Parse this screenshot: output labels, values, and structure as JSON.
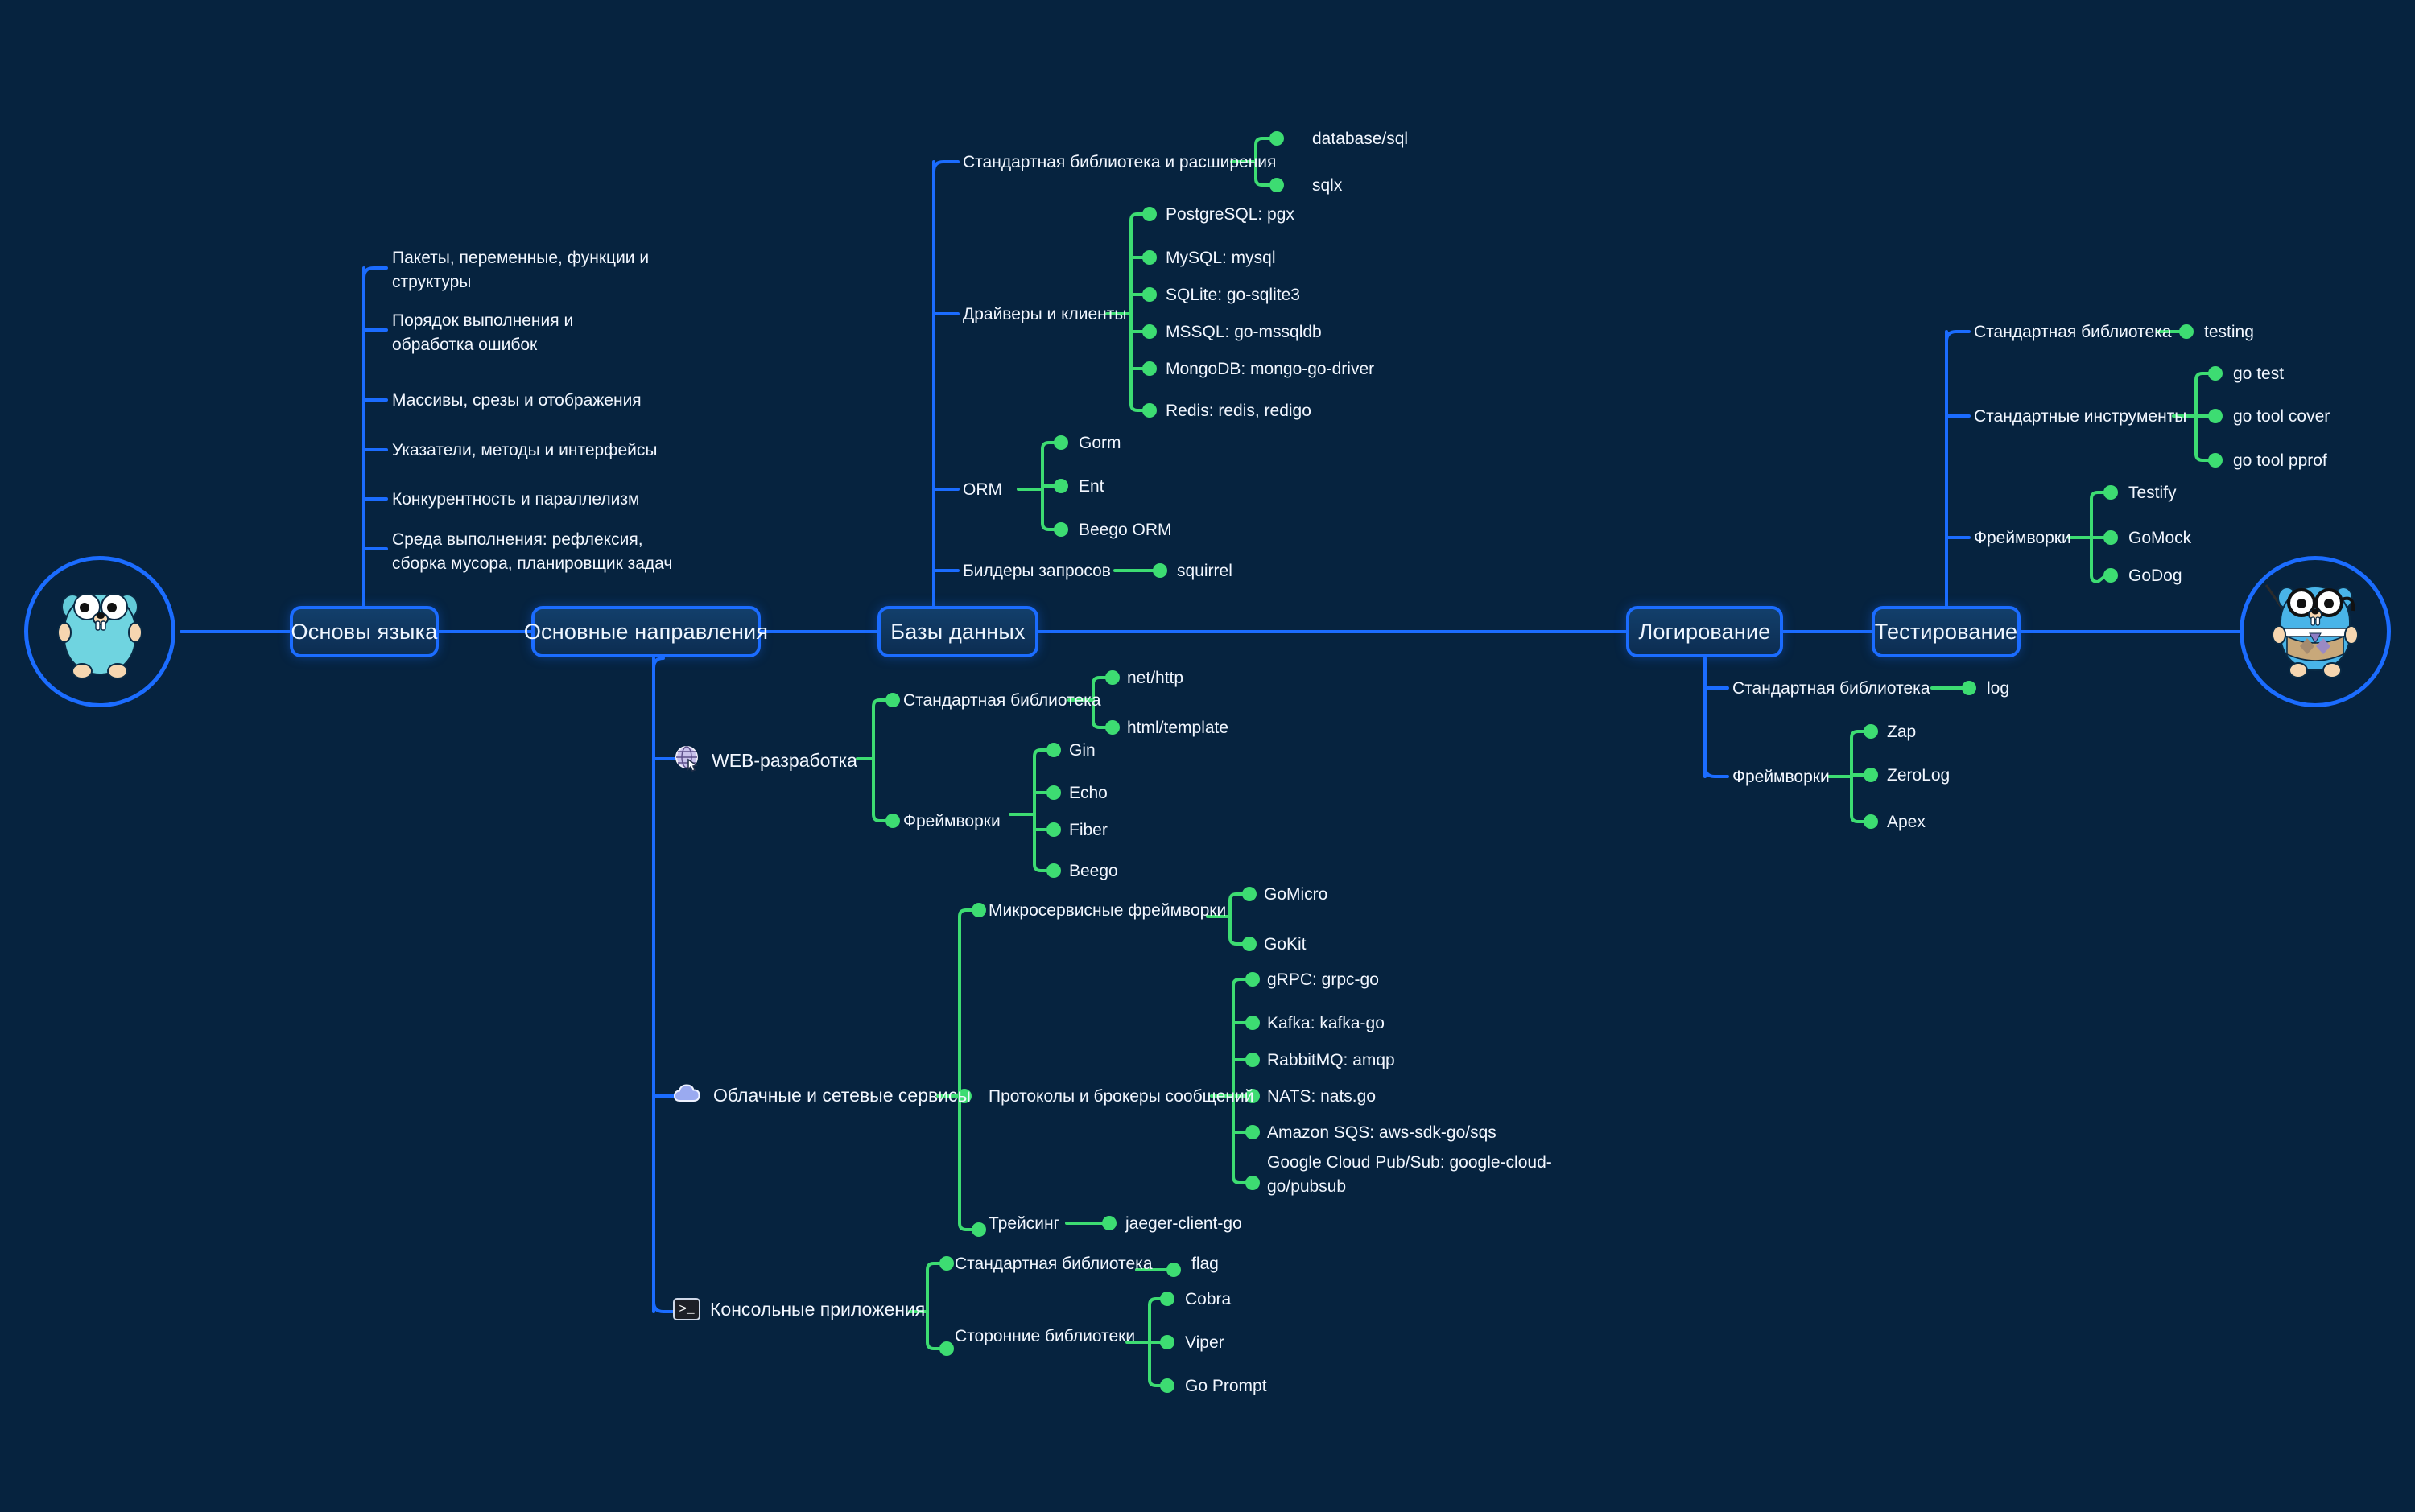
{
  "mindmap": {
    "title": "Go Developer Roadmap",
    "colors": {
      "background": "#06233f",
      "primary_blue": "#1b6cff",
      "leaf_green": "#3ddc72",
      "text": "#f2f7ff"
    },
    "root_left_icon": "go-gopher-icon",
    "root_right_icon": "go-gopher-professor-icon",
    "spine": [
      {
        "id": "basics",
        "label": "Основы языка"
      },
      {
        "id": "directions",
        "label": "Основные направления"
      },
      {
        "id": "databases",
        "label": "Базы данных"
      },
      {
        "id": "logging",
        "label": "Логирование"
      },
      {
        "id": "testing",
        "label": "Тестирование"
      }
    ],
    "basics": {
      "items": [
        "Пакеты, переменные, функции и структуры",
        "Порядок выполнения и обработка ошибок",
        "Массивы, срезы и отображения",
        "Указатели, методы и интерфейсы",
        "Конкурентность и параллелизм",
        "Среда выполнения: рефлексия, сборка мусора, планировщик задач"
      ]
    },
    "databases": {
      "groups": [
        {
          "label": "Стандартная библиотека и расширения",
          "leaves": [
            "database/sql",
            "sqlx"
          ]
        },
        {
          "label": "Драйверы и клиенты",
          "leaves": [
            "PostgreSQL: pgx",
            "MySQL: mysql",
            "SQLite: go-sqlite3",
            "MSSQL: go-mssqldb",
            "MongoDB: mongo-go-driver",
            "Redis: redis, redigo"
          ]
        },
        {
          "label": "ORM",
          "leaves": [
            "Gorm",
            "Ent",
            "Beego ORM"
          ]
        },
        {
          "label": "Билдеры запросов",
          "leaves": [
            "squirrel"
          ]
        }
      ]
    },
    "directions": {
      "web": {
        "icon": "globe-cursor-icon",
        "label": "WEB-разработка",
        "groups": [
          {
            "label": "Стандартная библиотека",
            "leaves": [
              "net/http",
              "html/template"
            ]
          },
          {
            "label": "Фреймворки",
            "leaves": [
              "Gin",
              "Echo",
              "Fiber",
              "Beego"
            ]
          }
        ]
      },
      "cloud": {
        "icon": "cloud-icon",
        "label": "Облачные и сетевые сервисы",
        "groups": [
          {
            "label": "Микросервисные фреймворки",
            "leaves": [
              "GoMicro",
              "GoKit"
            ]
          },
          {
            "label": "Протоколы и брокеры сообщений",
            "leaves": [
              "gRPC: grpc-go",
              "Kafka: kafka-go",
              "RabbitMQ: amqp",
              "NATS: nats.go",
              "Amazon SQS: aws-sdk-go/sqs",
              "Google Cloud Pub/Sub: google-cloud-go/pubsub"
            ]
          },
          {
            "label": "Трейсинг",
            "leaves": [
              "jaeger-client-go"
            ]
          }
        ]
      },
      "console": {
        "icon": "terminal-icon",
        "icon_glyph": ">_",
        "label": "Консольные приложения",
        "groups": [
          {
            "label": "Стандартная библиотека",
            "leaves": [
              "flag"
            ]
          },
          {
            "label": "Сторонние библиотеки",
            "leaves": [
              "Cobra",
              "Viper",
              "Go Prompt"
            ]
          }
        ]
      }
    },
    "logging": {
      "groups": [
        {
          "label": "Стандартная библиотека",
          "leaves": [
            "log"
          ]
        },
        {
          "label": "Фреймворки",
          "leaves": [
            "Zap",
            "ZeroLog",
            "Apex"
          ]
        }
      ]
    },
    "testing": {
      "groups": [
        {
          "label": "Стандартная библиотека",
          "leaves": [
            "testing"
          ]
        },
        {
          "label": "Стандартные инструменты",
          "leaves": [
            "go test",
            "go tool cover",
            "go tool pprof"
          ]
        },
        {
          "label": "Фреймворки",
          "leaves": [
            "Testify",
            "GoMock",
            "GoDog"
          ]
        }
      ]
    }
  }
}
